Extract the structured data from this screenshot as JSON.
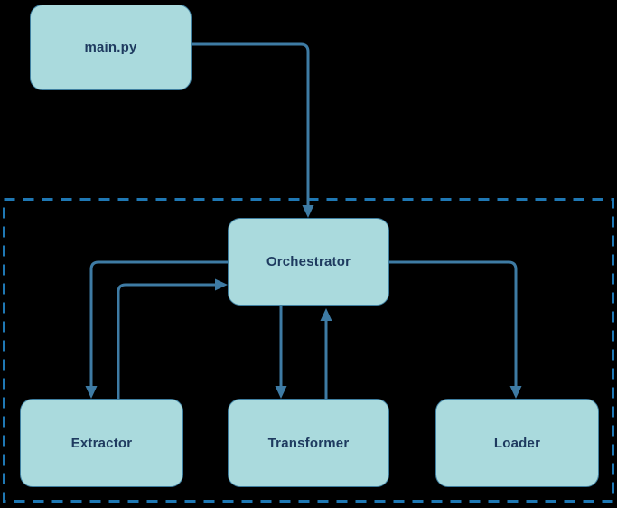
{
  "diagram": {
    "type": "flowchart",
    "background": "#000000",
    "colors": {
      "node_fill": "#aadadd",
      "node_border": "#3f7fa0",
      "edge": "#3e7ba4",
      "container_border": "#1f78b4",
      "label": "#1e3a5f"
    },
    "nodes": [
      {
        "id": "main-py",
        "label": "main.py"
      },
      {
        "id": "orchestrator",
        "label": "Orchestrator"
      },
      {
        "id": "extractor",
        "label": "Extractor"
      },
      {
        "id": "transformer",
        "label": "Transformer"
      },
      {
        "id": "loader",
        "label": "Loader"
      }
    ],
    "edges": [
      {
        "from": "main.py",
        "to": "Orchestrator",
        "enters": "top"
      },
      {
        "from": "Orchestrator",
        "to": "Extractor",
        "enters": "top"
      },
      {
        "from": "Extractor",
        "to": "Orchestrator",
        "enters": "left"
      },
      {
        "from": "Orchestrator",
        "to": "Transformer",
        "enters": "top"
      },
      {
        "from": "Transformer",
        "to": "Orchestrator",
        "enters": "bottom"
      },
      {
        "from": "Orchestrator",
        "to": "Loader",
        "enters": "top"
      }
    ],
    "container": {
      "style": "dashed",
      "contains": [
        "Orchestrator",
        "Extractor",
        "Transformer",
        "Loader"
      ]
    }
  }
}
